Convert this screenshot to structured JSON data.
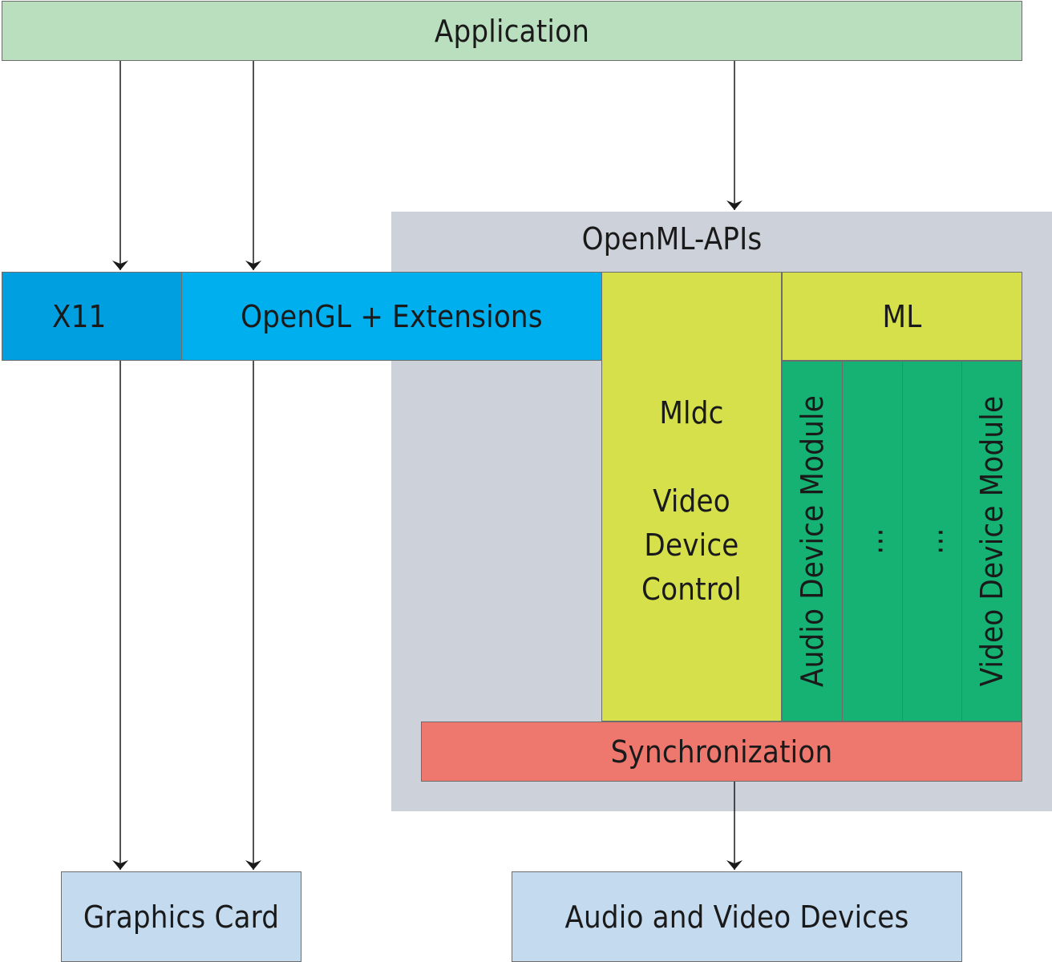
{
  "labels": {
    "application": "Application",
    "openml_apis": "OpenML-APIs",
    "x11": "X11",
    "opengl": "OpenGL + Extensions",
    "mldc_title": "Mldc",
    "mldc_line1": "Video",
    "mldc_line2": "Device",
    "mldc_line3": "Control",
    "ml": "ML",
    "audio_device_module": "Audio Device Module",
    "module_ellipsis_1": "...",
    "module_ellipsis_2": "...",
    "video_device_module": "Video Device Module",
    "synchronization": "Synchronization",
    "graphics_card": "Graphics Card",
    "audio_video_devices": "Audio and Video Devices"
  },
  "colors": {
    "application": "#b9dfbf",
    "openml_group": "#cdd1d9",
    "x11": "#00a0e0",
    "opengl": "#00b0ee",
    "mldc": "#d5e04b",
    "ml": "#d5e04b",
    "modules": "#15b273",
    "synchronization": "#ee776e",
    "outputs": "#c3daef",
    "arrows": "#1a1a1a"
  }
}
